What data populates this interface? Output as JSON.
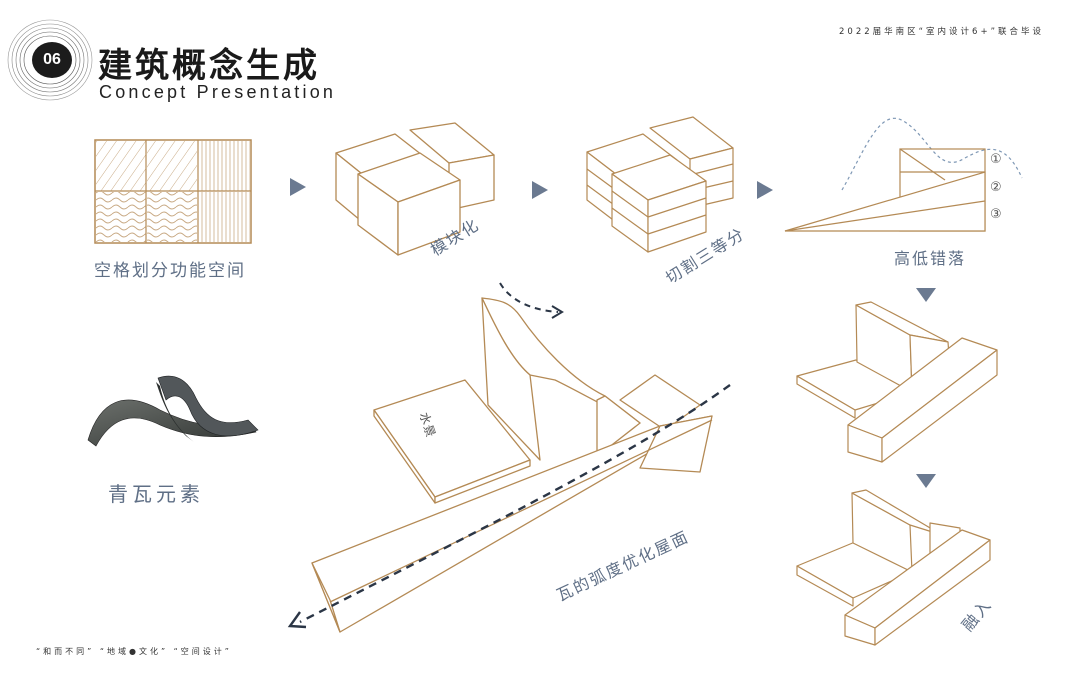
{
  "header": {
    "badge": "06",
    "title": "建筑概念生成",
    "subtitle": "Concept Presentation",
    "right_text": "2022届华南区“室内设计6+”联合毕设"
  },
  "steps": {
    "s1": "空格划分功能空间",
    "s2": "模块化",
    "s3": "切割三等分",
    "s4": "高低错落",
    "s5": "融入",
    "tile": "青瓦元素",
    "curve": "瓦的弧度优化屋面",
    "water": "水景"
  },
  "levels": [
    "①",
    "②",
    "③"
  ],
  "footer": "“和而不同” “地域●文化” “空间设计”",
  "colors": {
    "line": "#b48a55",
    "label": "#5f6f86",
    "arrow": "#6b7a91",
    "dash": "#2b3646"
  }
}
